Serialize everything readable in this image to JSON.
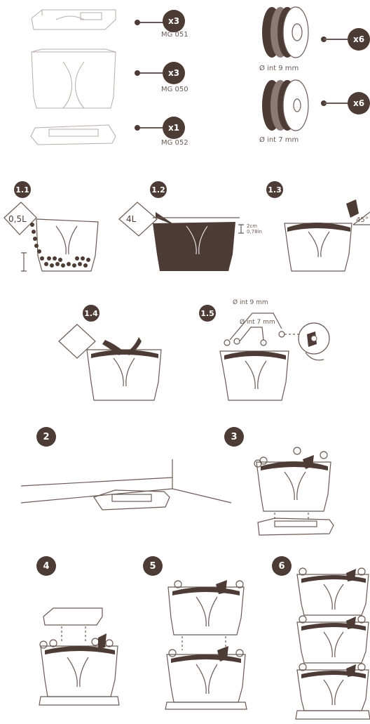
{
  "parts": {
    "items": [
      {
        "qty": "x3",
        "code": "MG 051"
      },
      {
        "qty": "x3",
        "code": "MG 050"
      },
      {
        "qty": "x1",
        "code": "MG 052"
      }
    ],
    "rings": [
      {
        "qty": "x6",
        "label": "Ø int 9 mm"
      },
      {
        "qty": "x6",
        "label": "Ø int 7 mm"
      }
    ]
  },
  "steps": {
    "s1_1": {
      "badge": "1.1",
      "volume": "0,5L"
    },
    "s1_2": {
      "badge": "1.2",
      "volume": "4L",
      "gap_cm": "2cm",
      "gap_in": "0,78in"
    },
    "s1_3": {
      "badge": "1.3",
      "angle": "45°"
    },
    "s1_4": {
      "badge": "1.4"
    },
    "s1_5": {
      "badge": "1.5",
      "label_9": "Ø int 9 mm",
      "label_7": "Ø int 7 mm"
    },
    "s2": {
      "badge": "2"
    },
    "s3": {
      "badge": "3"
    },
    "s4": {
      "badge": "4"
    },
    "s5": {
      "badge": "5"
    },
    "s6": {
      "badge": "6"
    }
  },
  "colors": {
    "dark_brown": "#4d3b35",
    "line": "#6b5a53",
    "light_line": "#b7aca7"
  }
}
